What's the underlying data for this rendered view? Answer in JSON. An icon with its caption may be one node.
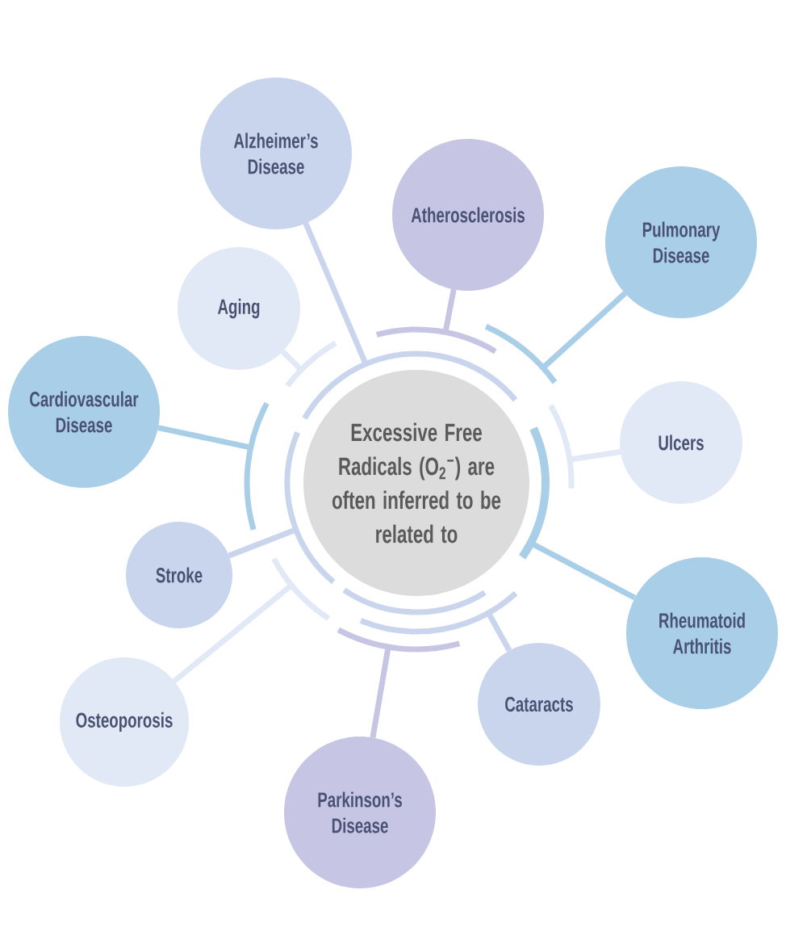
{
  "diagram": {
    "nodes": [
      {
        "text": [
          "Excessive Free Radicals (O$_{2}$$^{−}$) are often inferred to be related to"
        ]
      },
      {
        "text": [
          "Alzheimer’s Disease"
        ]
      },
      {
        "text": [
          "Atherosclerosis"
        ]
      },
      {
        "text": [
          "Pulmonary Disease"
        ]
      },
      {
        "text": [
          "Aging"
        ]
      },
      {
        "text": [
          "Cardiovascular Disease"
        ]
      },
      {
        "text": [
          "Ulcers"
        ]
      },
      {
        "text": [
          "Stroke"
        ]
      },
      {
        "text": [
          "Rheumatoid Arthritis"
        ]
      },
      {
        "text": [
          "Cataracts"
        ]
      },
      {
        "text": [
          "Osteoporosis"
        ]
      },
      {
        "text": [
          "Parkinson’s Disease"
        ]
      }
    ],
    "edges": [
      {
        "from": 0,
        "to": 1,
        "arrow": "none",
        "color": "#c9d5ed"
      },
      {
        "from": 0,
        "to": 2,
        "arrow": "none",
        "color": "#c6c6e4"
      },
      {
        "from": 0,
        "to": 3,
        "arrow": "none",
        "color": "#a9cee8"
      },
      {
        "from": 0,
        "to": 4,
        "arrow": "none",
        "color": "#e1e9f6"
      },
      {
        "from": 0,
        "to": 5,
        "arrow": "none",
        "color": "#a9cee8"
      },
      {
        "from": 0,
        "to": 6,
        "arrow": "none",
        "color": "#e1e9f6"
      },
      {
        "from": 0,
        "to": 7,
        "arrow": "none",
        "color": "#c9d5ed"
      },
      {
        "from": 0,
        "to": 8,
        "arrow": "none",
        "color": "#a9cee8"
      },
      {
        "from": 0,
        "to": 9,
        "arrow": "none",
        "color": "#c9d5ed"
      },
      {
        "from": 0,
        "to": 10,
        "arrow": "none",
        "color": "#e1e9f6"
      },
      {
        "from": 0,
        "to": 11,
        "arrow": "none",
        "color": "#c6c6e4"
      }
    ]
  }
}
